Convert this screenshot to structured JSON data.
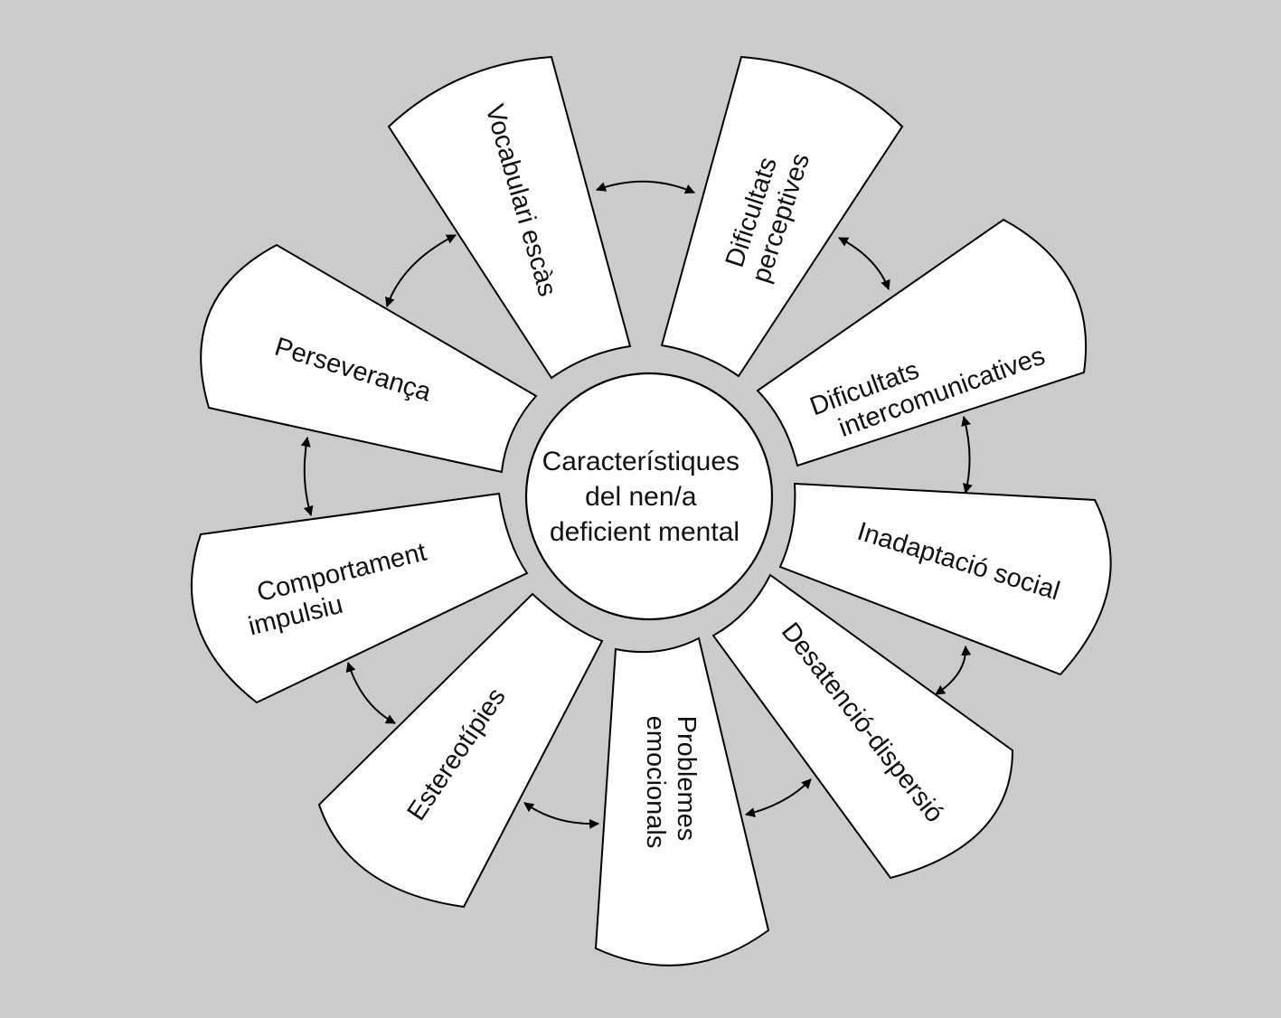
{
  "diagram": {
    "type": "radial-concept-map",
    "background_color": "#cbcbcb",
    "center": {
      "lines": [
        "Característiques",
        "del nen/a",
        "deficient mental"
      ]
    },
    "petals": [
      {
        "id": "vocabulari",
        "lines": [
          "Vocabulari escàs"
        ]
      },
      {
        "id": "perceptives",
        "lines": [
          "Dificultats",
          "perceptives"
        ]
      },
      {
        "id": "intercomunicatives",
        "lines": [
          "Dificultats",
          "intercomunicatives"
        ]
      },
      {
        "id": "inadaptacio",
        "lines": [
          "Inadaptació social"
        ]
      },
      {
        "id": "desatencio",
        "lines": [
          "Desatenció-dispersió"
        ]
      },
      {
        "id": "emocionals",
        "lines": [
          "Problemes",
          "emocionals"
        ]
      },
      {
        "id": "estereotipies",
        "lines": [
          "Estereotípies"
        ]
      },
      {
        "id": "comportament",
        "lines": [
          "Comportament",
          "impulsiu"
        ]
      },
      {
        "id": "perseveranca",
        "lines": [
          "Perseverança"
        ]
      }
    ],
    "connections": [
      {
        "from": "vocabulari",
        "to": "perceptives",
        "type": "bidirectional"
      },
      {
        "from": "perceptives",
        "to": "intercomunicatives",
        "type": "bidirectional"
      },
      {
        "from": "intercomunicatives",
        "to": "inadaptacio",
        "type": "bidirectional"
      },
      {
        "from": "inadaptacio",
        "to": "desatencio",
        "type": "bidirectional"
      },
      {
        "from": "desatencio",
        "to": "emocionals",
        "type": "bidirectional"
      },
      {
        "from": "emocionals",
        "to": "estereotipies",
        "type": "bidirectional"
      },
      {
        "from": "estereotipies",
        "to": "comportament",
        "type": "bidirectional"
      },
      {
        "from": "comportament",
        "to": "perseveranca",
        "type": "bidirectional"
      },
      {
        "from": "perseveranca",
        "to": "vocabulari",
        "type": "bidirectional"
      }
    ]
  }
}
